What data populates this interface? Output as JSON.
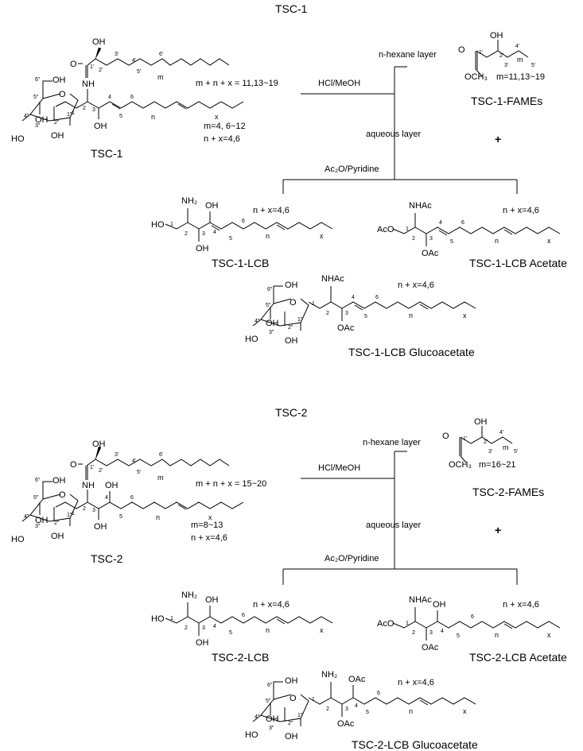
{
  "tsc1": {
    "title": "TSC-1",
    "parent_name": "TSC-1",
    "parent_formula": "m + n + x = 11,13~19",
    "parent_m": "m=4, 6~12",
    "parent_nx": "n + x=4,6",
    "hexane_label": "n-hexane layer",
    "reagent1": "HCl/MeOH",
    "fame_name": "TSC-1-FAMEs",
    "fame_m": "m=11,13~19",
    "aqueous_label": "aqueous layer",
    "plus": "+",
    "reagent2": "Ac₂O/Pyridine",
    "lcb_name": "TSC-1-LCB",
    "lcb_nx": "n + x=4,6",
    "lcb_acetate_name": "TSC-1-LCB Acetate",
    "lcb_acetate_nx": "n + x=4,6",
    "gluco_name": "TSC-1-LCB Glucoacetate",
    "gluco_nx": "n + x=4,6"
  },
  "tsc2": {
    "title": "TSC-2",
    "parent_name": "TSC-2",
    "parent_formula": "m + n + x = 15~20",
    "parent_m": "m=8~13",
    "parent_nx": "n + x=4,6",
    "hexane_label": "n-hexane layer",
    "reagent1": "HCl/MeOH",
    "fame_name": "TSC-2-FAMEs",
    "fame_m": "m=16~21",
    "aqueous_label": "aqueous layer",
    "plus": "+",
    "reagent2": "Ac₂O/Pyridine",
    "lcb_name": "TSC-2-LCB",
    "lcb_nx": "n + x=4,6",
    "lcb_acetate_name": "TSC-2-LCB Acetate",
    "lcb_acetate_nx": "n + x=4,6",
    "gluco_name": "TSC-2-LCB Glucoacetate",
    "gluco_nx": "n + x=4,6"
  },
  "atoms": {
    "oh": "OH",
    "ho": "HO",
    "o": "O",
    "nh": "NH",
    "nh2": "NH₂",
    "nhac": "NHAc",
    "oac": "OAc",
    "aco": "AcO",
    "och3": "OCH₃",
    "n": "n",
    "x": "x",
    "m": "m",
    "c1": "1",
    "c2": "2",
    "c3": "3",
    "c4": "4",
    "c5": "5",
    "c6": "6",
    "p1": "1'",
    "p2": "2'",
    "p3": "3'",
    "p4": "4'",
    "p5": "5'",
    "p6": "6'",
    "g1": "1\"",
    "g2": "2\"",
    "g3": "3\"",
    "g4": "4\"",
    "g5": "5\"",
    "g6": "6\""
  }
}
